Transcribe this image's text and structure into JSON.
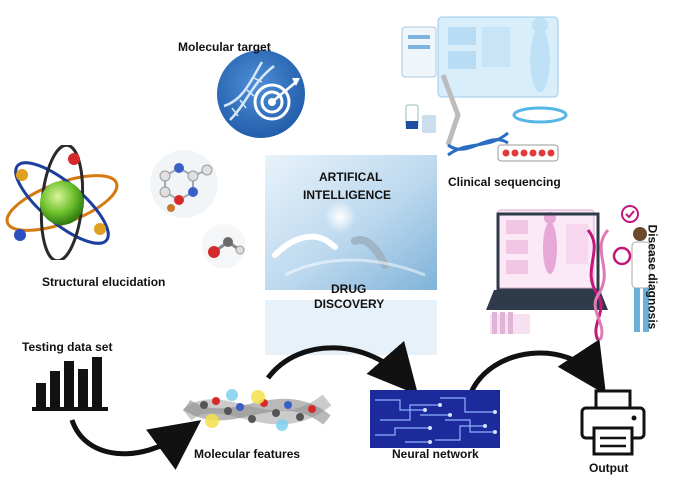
{
  "labels": {
    "molecular_target": "Molecular target",
    "clinical_sequencing": "Clinical sequencing",
    "structural_elucidation": "Structural elucidation",
    "disease_diagnosis": "Disease diagnosis",
    "ai_line1": "ARTIFICAL",
    "ai_line2": "INTELLIGENCE",
    "drug_line1": "DRUG",
    "drug_line2": "DISCOVERY",
    "testing_data_set": "Testing data set",
    "molecular_features": "Molecular features",
    "neural_network": "Neural network",
    "output": "Output"
  },
  "colors": {
    "target_blue": "#2f6fc0",
    "ai_panel": "#bcd8ee",
    "circuit_blue": "#1c2a9c",
    "atom_green": "#6abf2a",
    "arrow": "#111111"
  }
}
